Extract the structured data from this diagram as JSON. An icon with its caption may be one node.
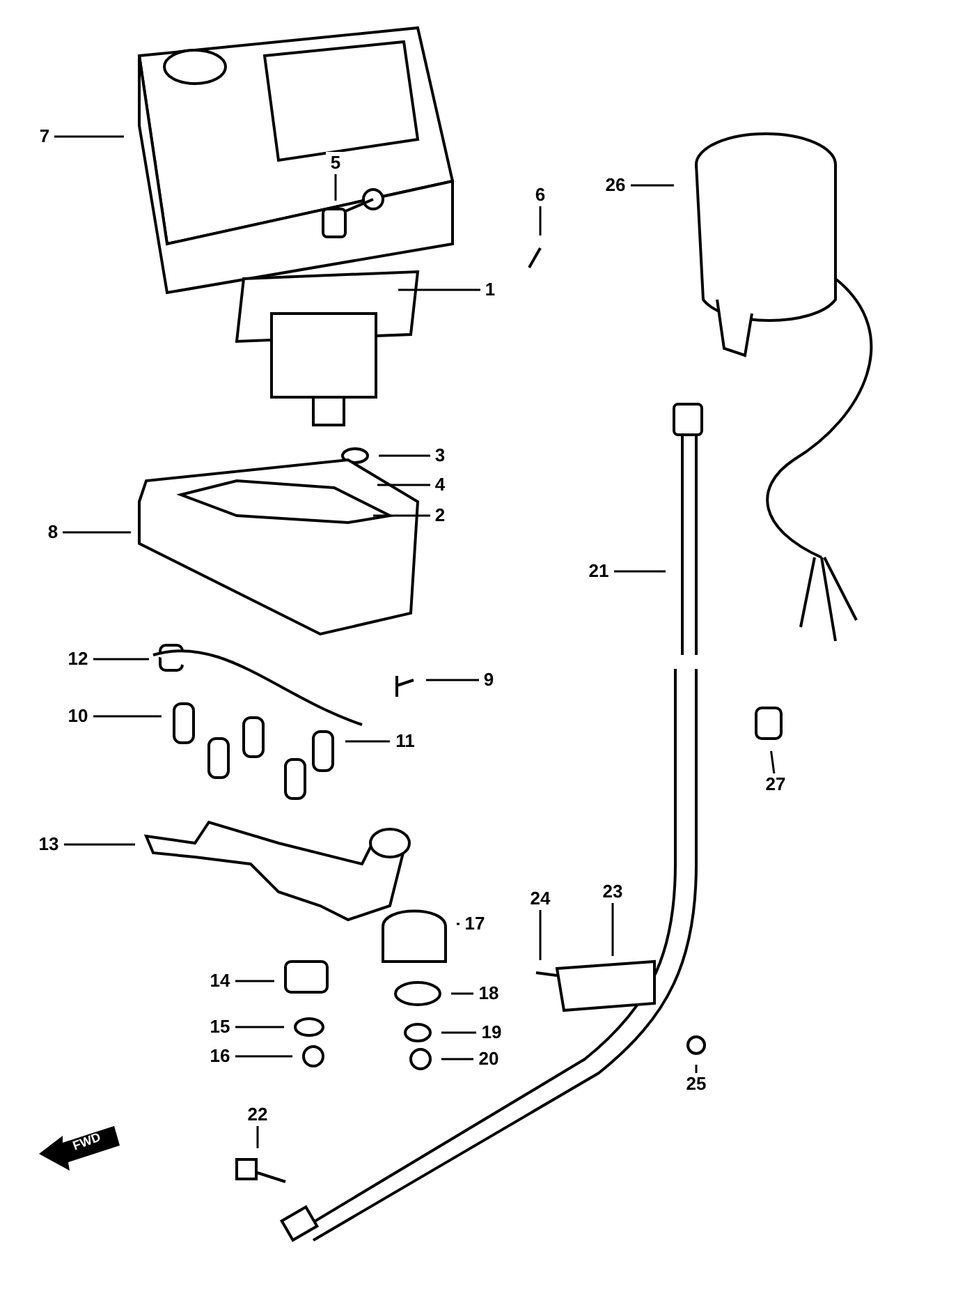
{
  "diagram": {
    "nodes": [
      {
        "text": [
          "7"
        ]
      },
      {
        "text": [
          "5"
        ]
      },
      {
        "text": [
          "6"
        ]
      },
      {
        "text": [
          "26"
        ]
      },
      {
        "text": [
          "1"
        ]
      },
      {
        "text": [
          "3"
        ]
      },
      {
        "text": [
          "4"
        ]
      },
      {
        "text": [
          "8"
        ]
      },
      {
        "text": [
          "2"
        ]
      },
      {
        "text": [
          "21"
        ]
      },
      {
        "text": [
          "12"
        ]
      },
      {
        "text": [
          "9"
        ]
      },
      {
        "text": [
          "10"
        ]
      },
      {
        "text": [
          "11"
        ]
      },
      {
        "text": [
          "27"
        ]
      },
      {
        "text": [
          "13"
        ]
      },
      {
        "text": [
          "17"
        ]
      },
      {
        "text": [
          "24"
        ]
      },
      {
        "text": [
          "23"
        ]
      },
      {
        "text": [
          "14"
        ]
      },
      {
        "text": [
          "18"
        ]
      },
      {
        "text": [
          "15"
        ]
      },
      {
        "text": [
          "19"
        ]
      },
      {
        "text": [
          "16"
        ]
      },
      {
        "text": [
          "20"
        ]
      },
      {
        "text": [
          "25"
        ]
      },
      {
        "text": [
          "22"
        ]
      }
    ],
    "edges": [
      {
        "from": 0,
        "to": null,
        "arrow": "none"
      },
      {
        "from": 1,
        "to": null,
        "arrow": "none"
      },
      {
        "from": 2,
        "to": null,
        "arrow": "none"
      },
      {
        "from": 3,
        "to": null,
        "arrow": "none"
      },
      {
        "from": 4,
        "to": null,
        "arrow": "none"
      },
      {
        "from": 5,
        "to": null,
        "arrow": "none"
      },
      {
        "from": 6,
        "to": null,
        "arrow": "none"
      },
      {
        "from": 7,
        "to": null,
        "arrow": "none"
      },
      {
        "from": 8,
        "to": null,
        "arrow": "none"
      },
      {
        "from": 9,
        "to": null,
        "arrow": "none"
      },
      {
        "from": 10,
        "to": null,
        "arrow": "none"
      },
      {
        "from": 11,
        "to": null,
        "arrow": "none"
      },
      {
        "from": 12,
        "to": null,
        "arrow": "none"
      },
      {
        "from": 13,
        "to": null,
        "arrow": "none"
      },
      {
        "from": 14,
        "to": null,
        "arrow": "none"
      },
      {
        "from": 15,
        "to": null,
        "arrow": "none"
      },
      {
        "from": 16,
        "to": null,
        "arrow": "none"
      },
      {
        "from": 17,
        "to": null,
        "arrow": "none"
      },
      {
        "from": 18,
        "to": null,
        "arrow": "none"
      },
      {
        "from": 19,
        "to": null,
        "arrow": "none"
      },
      {
        "from": 20,
        "to": null,
        "arrow": "none"
      },
      {
        "from": 21,
        "to": null,
        "arrow": "none"
      },
      {
        "from": 22,
        "to": null,
        "arrow": "none"
      },
      {
        "from": 23,
        "to": null,
        "arrow": "none"
      },
      {
        "from": 24,
        "to": null,
        "arrow": "none"
      },
      {
        "from": 25,
        "to": null,
        "arrow": "none"
      },
      {
        "from": 26,
        "to": null,
        "arrow": "none"
      }
    ],
    "labels": [
      "FWD"
    ]
  }
}
